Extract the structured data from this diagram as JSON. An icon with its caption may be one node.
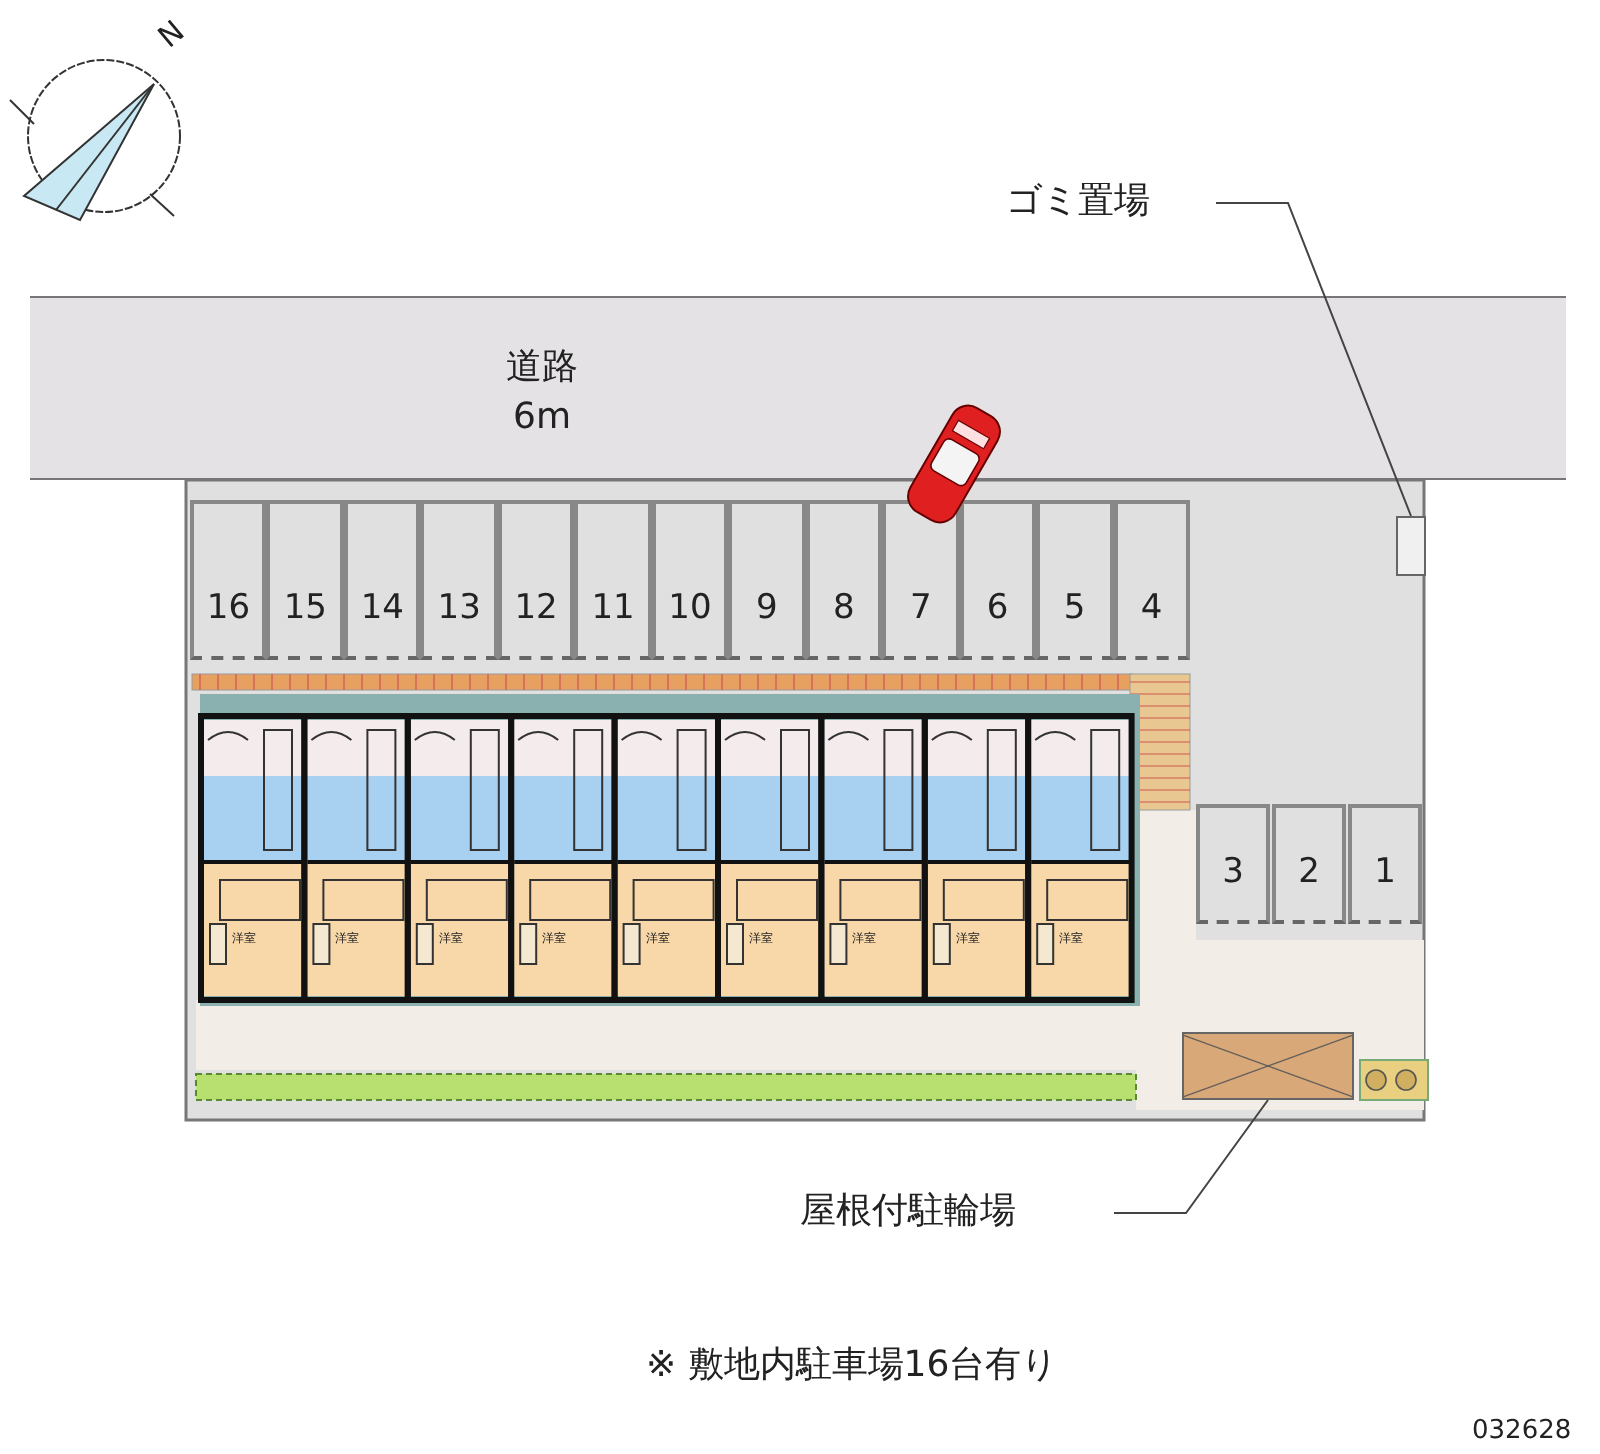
{
  "diagram": {
    "nodes": [
      {
        "text": [
          "ゴミ置場"
        ]
      },
      {
        "text": [],
        "shape": "box"
      },
      {
        "text": [
          "屋根付駐輪場"
        ]
      },
      {
        "text": [],
        "shape": "box"
      },
      {
        "text": [
          "16"
        ]
      },
      {
        "text": [
          "15"
        ]
      },
      {
        "text": [
          "14"
        ]
      },
      {
        "text": [
          "13"
        ]
      },
      {
        "text": [
          "12"
        ]
      },
      {
        "text": [
          "11"
        ]
      },
      {
        "text": [
          "10"
        ]
      },
      {
        "text": [
          "9"
        ]
      },
      {
        "text": [
          "8"
        ]
      },
      {
        "text": [
          "7"
        ]
      },
      {
        "text": [
          "6"
        ]
      },
      {
        "text": [
          "5"
        ]
      },
      {
        "text": [
          "4"
        ]
      },
      {
        "text": [
          "3"
        ]
      },
      {
        "text": [
          "2"
        ]
      },
      {
        "text": [
          "1"
        ]
      },
      {
        "text": [
          "道路 6m"
        ]
      }
    ],
    "edges": [
      {
        "from": 0,
        "to": 1,
        "arrow": "none"
      },
      {
        "from": 2,
        "to": 3,
        "arrow": "none"
      }
    ],
    "labels": [
      "N",
      "※ 敷地内駐車場16台有り",
      "032628",
      "洋室",
      "洋室",
      "洋室",
      "洋室",
      "洋室",
      "洋室",
      "洋室",
      "洋室",
      "洋室"
    ]
  }
}
